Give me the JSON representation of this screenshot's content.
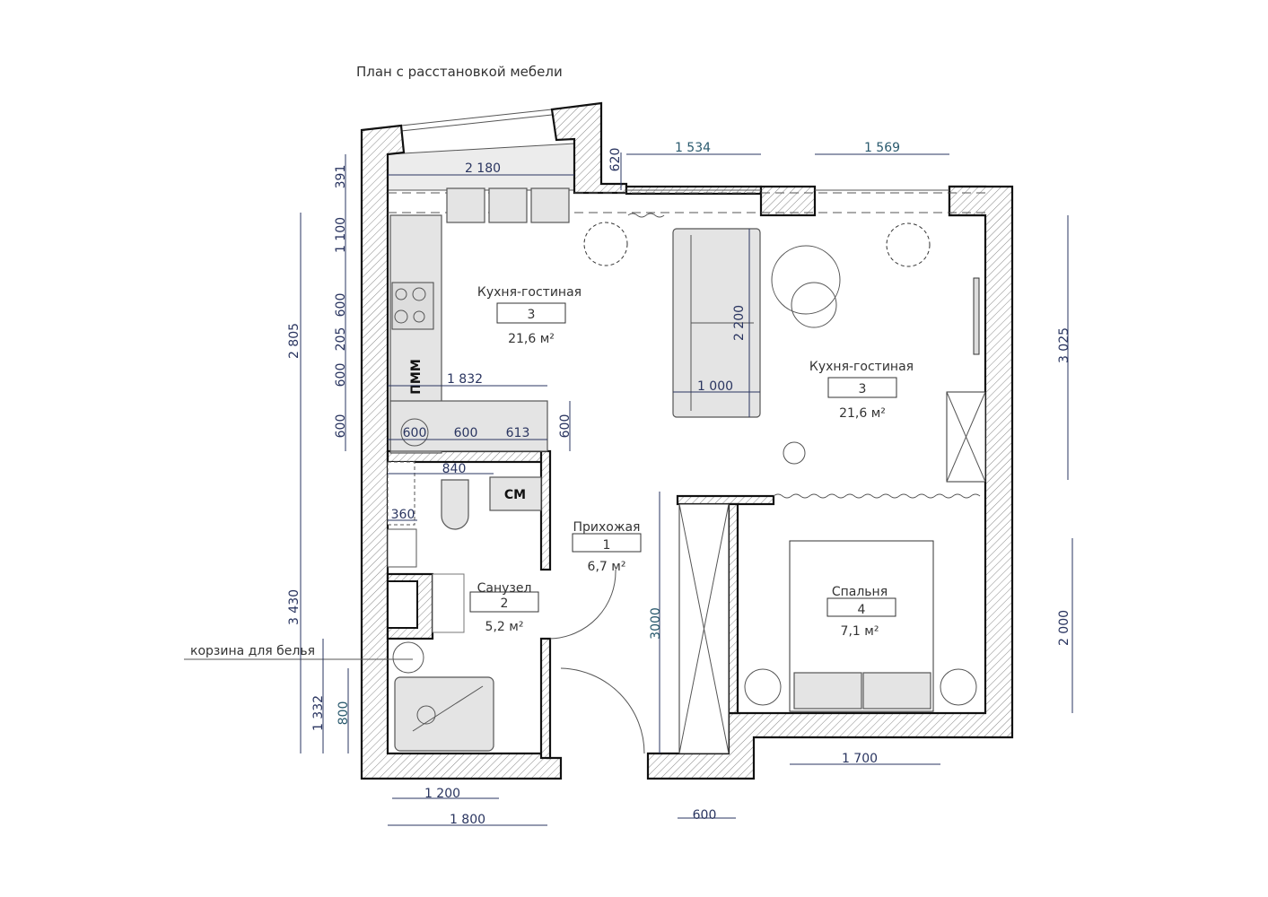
{
  "title": "План с расстановкой мебели",
  "rooms": [
    {
      "name": "Кухня-гостиная",
      "number": "3",
      "area": "21,6 м²"
    },
    {
      "name": "Кухня-гостиная",
      "number": "3",
      "area": "21,6 м²"
    },
    {
      "name": "Прихожая",
      "number": "1",
      "area": "6,7 м²"
    },
    {
      "name": "Санузел",
      "number": "2",
      "area": "5,2 м²"
    },
    {
      "name": "Спальня",
      "number": "4",
      "area": "7,1 м²"
    }
  ],
  "labels": {
    "dishwasher": "ПММ",
    "washer": "СМ",
    "laundry_basket": "корзина для белья"
  },
  "dims": [
    "391",
    "2 180",
    "620",
    "1 534",
    "1 569",
    "1 100",
    "2 805",
    "600",
    "205",
    "600",
    "1 832",
    "600",
    "600",
    "600",
    "613",
    "600",
    "2 200",
    "1 000",
    "3 025",
    "840",
    "360",
    "3 430",
    "3000",
    "2 000",
    "1 332",
    "800",
    "1 200",
    "1 800",
    "600",
    "1 700"
  ],
  "colors": {
    "dimension": "#2a3560",
    "wall": "#111111",
    "furniture": "#e4e4e4"
  }
}
